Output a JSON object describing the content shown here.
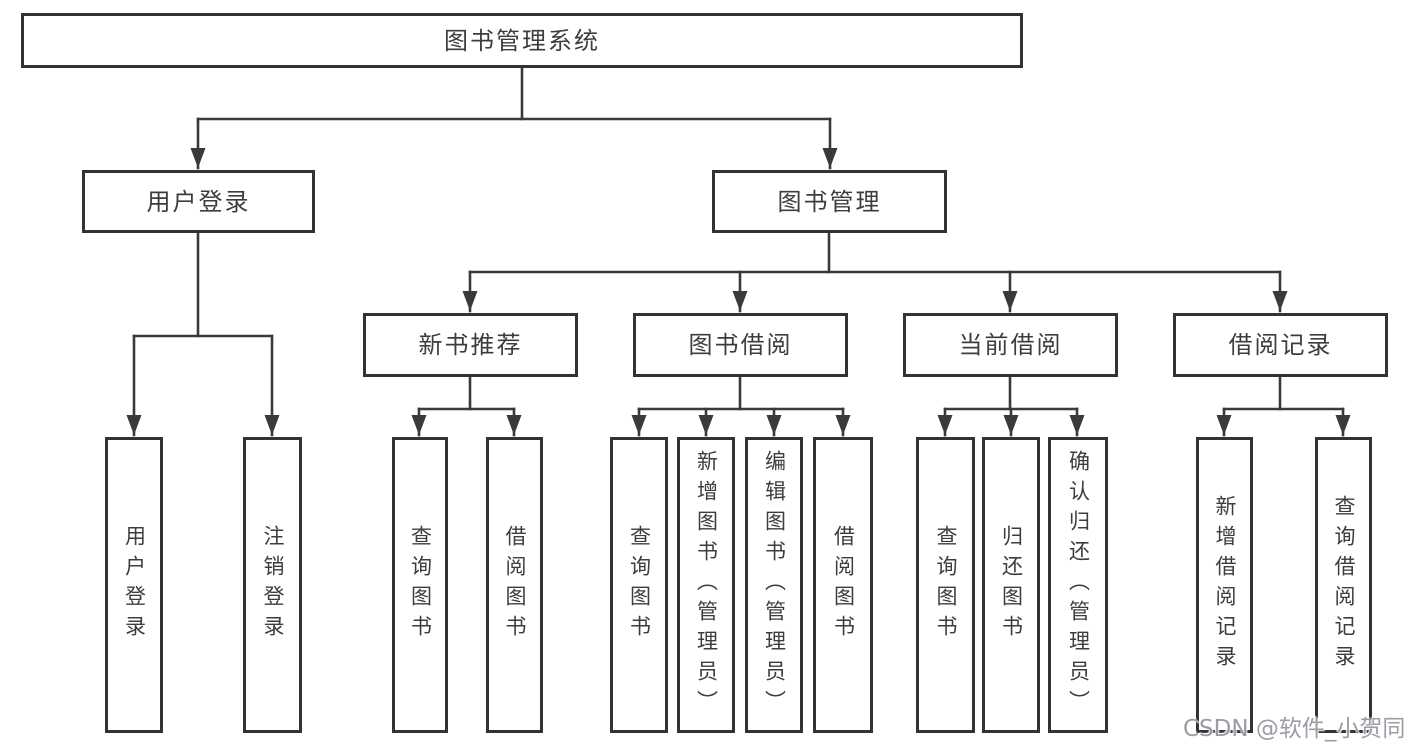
{
  "diagram": {
    "kind": "hierarchy",
    "colors": {
      "line": "#3a3a3a",
      "box_border": "#333333",
      "text": "#3d3d3d",
      "background": "#ffffff",
      "watermark": "#9c9ca4"
    }
  },
  "nodes": {
    "root": {
      "label": "图书管理系统"
    },
    "user_login_group": {
      "label": "用户登录"
    },
    "book_mgmt": {
      "label": "图书管理"
    },
    "new_book_rec": {
      "label": "新书推荐"
    },
    "book_borrow": {
      "label": "图书借阅"
    },
    "current_borrow": {
      "label": "当前借阅"
    },
    "borrow_record": {
      "label": "借阅记录"
    },
    "user_login": {
      "label": "用户登录"
    },
    "logout": {
      "label": "注销登录"
    },
    "nb_query_book": {
      "label": "查询图书"
    },
    "nb_borrow_book": {
      "label": "借阅图书"
    },
    "bb_query_book": {
      "label": "查询图书"
    },
    "bb_add_book": {
      "label": "新增图书（管理员）"
    },
    "bb_edit_book": {
      "label": "编辑图书（管理员）"
    },
    "bb_borrow_book": {
      "label": "借阅图书"
    },
    "cb_query_book": {
      "label": "查询图书"
    },
    "cb_return_book": {
      "label": "归还图书"
    },
    "cb_confirm_return": {
      "label": "确认归还（管理员）"
    },
    "br_add_record": {
      "label": "新增借阅记录"
    },
    "br_query_record": {
      "label": "查询借阅记录"
    }
  },
  "watermark": {
    "text": "CSDN @软件_小贺同学"
  }
}
